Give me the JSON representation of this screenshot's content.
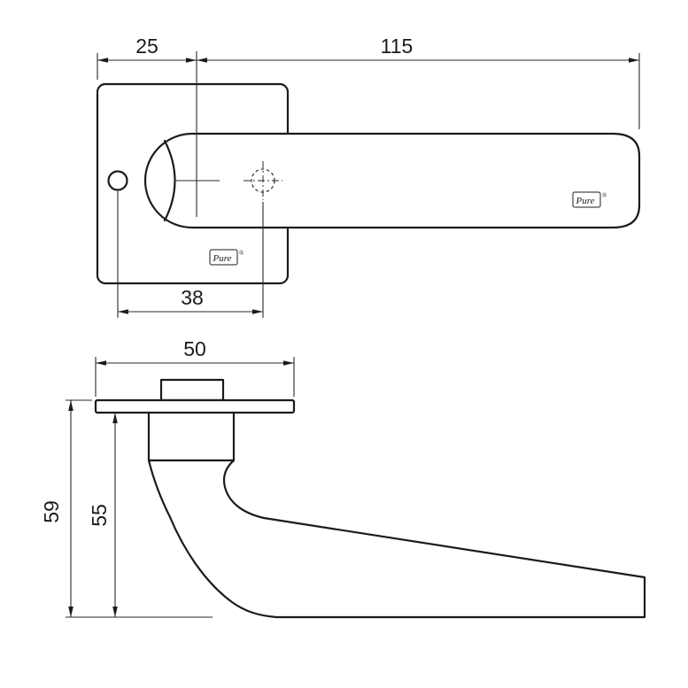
{
  "front_view": {
    "dim_left": "25",
    "dim_right": "115",
    "dim_holes": "38",
    "logo": {
      "text": "Pure",
      "mark": "®"
    }
  },
  "side_view": {
    "dim_width": "50",
    "dim_height_total": "59",
    "dim_height_under": "55"
  },
  "colors": {
    "line": "#1b1b1b",
    "background": "#ffffff"
  }
}
